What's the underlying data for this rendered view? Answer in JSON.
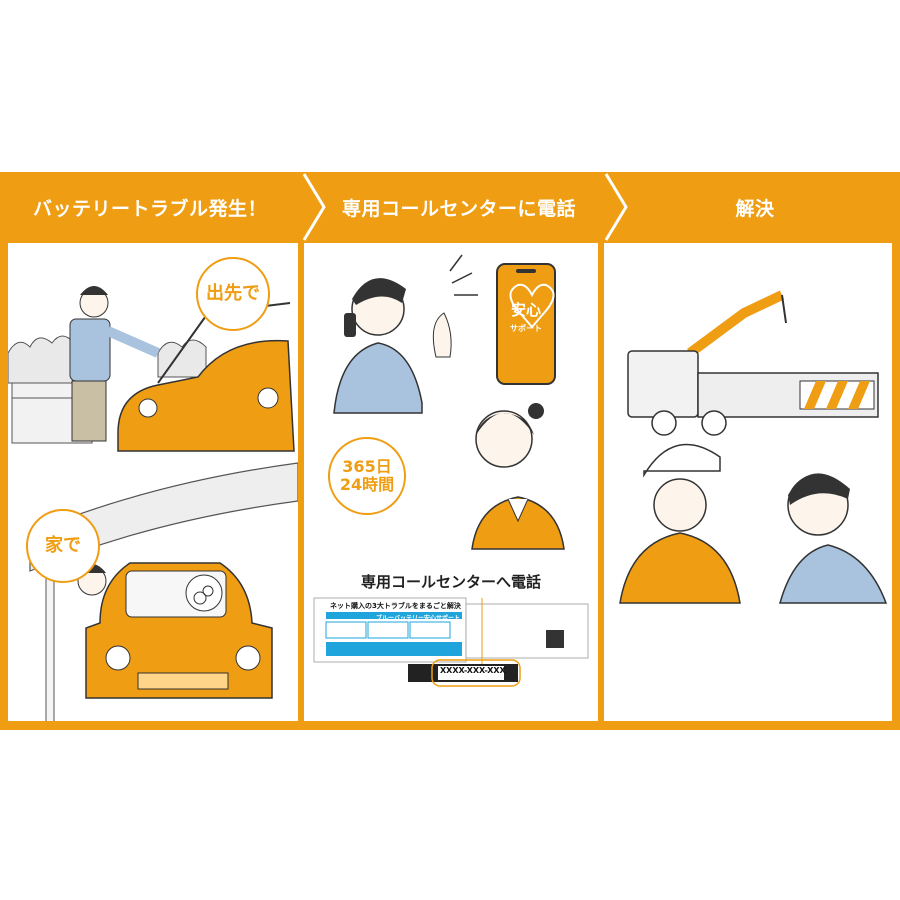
{
  "steps": [
    {
      "title": "バッテリートラブル発生！"
    },
    {
      "title": "専用コールセンターに電話"
    },
    {
      "title": "解決"
    }
  ],
  "panel1": {
    "badge_outside": "出先で",
    "badge_home": "家で"
  },
  "panel2": {
    "phone_logo_main": "安心",
    "phone_logo_sub": "サポート",
    "badge_hours_line1": "365日",
    "badge_hours_line2": "24時間",
    "caption": "専用コールセンターへ電話",
    "card": {
      "headline": "ネット購入の3大トラブルをまるごと解決",
      "product": "ブルーバッテリー安心サポート",
      "phone_number": "XXXX-XXX-XXX"
    }
  },
  "colors": {
    "accent": "#ef9d12",
    "card_blue": "#1fa5dc",
    "shirt_blue": "#a9c3df"
  }
}
